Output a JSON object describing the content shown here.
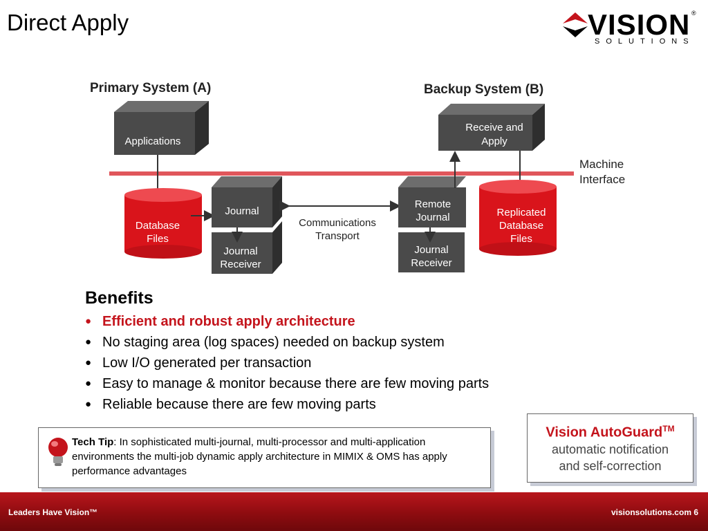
{
  "slide": {
    "title": "Direct Apply"
  },
  "logo": {
    "word_v": "V",
    "word_rest": "ISION",
    "sub": "SOLUTIONS",
    "reg": "®"
  },
  "diagram": {
    "primary_title": "Primary System (A)",
    "backup_title": "Backup System (B)",
    "applications": "Applications",
    "database_files": [
      "Database",
      "Files"
    ],
    "journal": "Journal",
    "journal_receiver_a": [
      "Journal",
      "Receiver"
    ],
    "communications_transport": [
      "Communications",
      "Transport"
    ],
    "remote_journal": [
      "Remote",
      "Journal"
    ],
    "journal_receiver_b": [
      "Journal",
      "Receiver"
    ],
    "receive_and_apply": [
      "Receive and",
      "Apply"
    ],
    "replicated_database_files": [
      "Replicated",
      "Database",
      "Files"
    ],
    "machine_interface": [
      "Machine",
      "Interface"
    ]
  },
  "benefits": {
    "heading": "Benefits",
    "items": [
      "Efficient and robust apply architecture",
      "No staging area (log spaces) needed on backup system",
      "Low I/O generated per transaction",
      "Easy to manage & monitor because there are few moving parts",
      "Reliable because there are few moving parts"
    ]
  },
  "tech_tip": {
    "label": "Tech Tip",
    "text": ": In sophisticated multi-journal, multi-processor and multi-application environments the multi-job dynamic apply architecture in MIMIX & OMS has apply performance advantages"
  },
  "autoguard": {
    "title": "Vision AutoGuard",
    "tm": "TM",
    "line1": "automatic notification",
    "line2": "and self-correction"
  },
  "footer": {
    "left": "Leaders Have Vision™",
    "right": "visionsolutions.com   6"
  },
  "colors": {
    "accent_red": "#c4141c",
    "box_gray": "#4a4a4a",
    "cylinder_red": "#d9141b",
    "footer_red": "#a01218"
  }
}
